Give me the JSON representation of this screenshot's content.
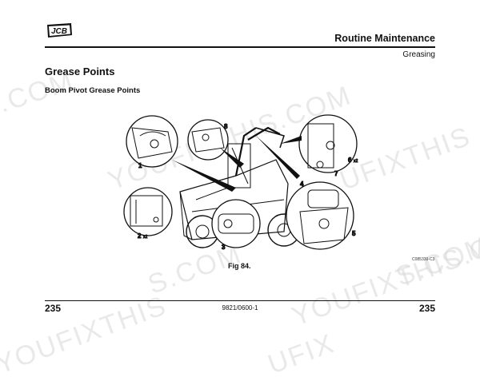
{
  "header": {
    "brand": "JCB",
    "section_title": "Routine Maintenance",
    "subsection": "Greasing"
  },
  "content": {
    "heading": "Grease Points",
    "subheading": "Boom Pivot Grease Points"
  },
  "figure": {
    "caption": "Fig 84.",
    "code": "C085330-C3",
    "callouts": [
      "1",
      "2",
      "x2",
      "3",
      "4",
      "5",
      "6",
      "x2",
      "7",
      "8"
    ]
  },
  "footer": {
    "page_left": "235",
    "doc_number": "9821/0600-1",
    "page_right": "235"
  },
  "watermarks": [
    "S.COM",
    "YOUFIXTHIS.COM",
    "UFIXTHIS",
    "S.COM",
    "YOUFIXTHIS.COM",
    "S.COM",
    "YOUFIXTHIS",
    "UFIX"
  ]
}
